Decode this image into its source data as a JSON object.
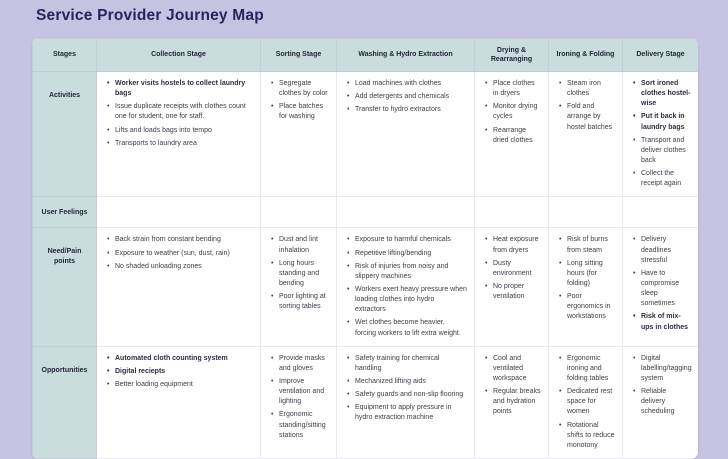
{
  "page": {
    "title": "Service Provider Journey Map"
  },
  "table": {
    "columns": [
      {
        "label": "Stages"
      },
      {
        "label": "Collection Stage"
      },
      {
        "label": "Sorting Stage"
      },
      {
        "label": "Washing & Hydro Extraction"
      },
      {
        "label": "Drying & Rearranging"
      },
      {
        "label": "Ironing & Folding"
      },
      {
        "label": "Delivery Stage"
      }
    ],
    "rows": [
      {
        "label": "Activities",
        "cells": [
          [
            {
              "text": "Worker visits hostels to collect laundry bags",
              "bold": true
            },
            {
              "text": "Issue duplicate receipts with clothes count one for student, one for staff."
            },
            {
              "text": "Lifts and loads bags into tempo"
            },
            {
              "text": "Transports to laundry area"
            }
          ],
          [
            {
              "text": "Segregate clothes by color"
            },
            {
              "text": "Place batches for washing"
            }
          ],
          [
            {
              "text": "Load machines with clothes"
            },
            {
              "text": "Add detergents and chemicals"
            },
            {
              "text": "Transfer to hydro extractors"
            }
          ],
          [
            {
              "text": "Place clothes in dryers"
            },
            {
              "text": "Monitor drying cycles"
            },
            {
              "text": "Rearrange dried clothes"
            }
          ],
          [
            {
              "text": "Steam iron clothes"
            },
            {
              "text": "Fold and arrange by hostel batches"
            }
          ],
          [
            {
              "text": "Sort ironed clothes hostel-wise",
              "bold": true
            },
            {
              "text": "Put it back in laundry bags",
              "bold": true
            },
            {
              "text": "Transport and deliver clothes back"
            },
            {
              "text": "Collect the receipt again"
            }
          ]
        ]
      },
      {
        "label": "User Feelings",
        "cells": [
          [],
          [],
          [],
          [],
          [],
          []
        ]
      },
      {
        "label": "Need/Pain points",
        "cells": [
          [
            {
              "text": "Back strain from constant bending"
            },
            {
              "text": "Exposure to weather (sun, dust, rain)"
            },
            {
              "text": "No shaded unloading zones"
            }
          ],
          [
            {
              "text": "Dust and lint inhalation"
            },
            {
              "text": "Long hours standing and bending"
            },
            {
              "text": "Poor lighting at sorting tables"
            }
          ],
          [
            {
              "text": "Exposure to harmful chemicals"
            },
            {
              "text": "Repetitive lifting/bending"
            },
            {
              "text": "Risk of injuries from noisy and slippery machines"
            },
            {
              "text": "Workers exert heavy pressure when loading clothes into hydro extractors"
            },
            {
              "text": "Wet clothes become heavier, forcing workers to lift extra weight."
            }
          ],
          [
            {
              "text": "Heat exposure from dryers"
            },
            {
              "text": "Dusty environment"
            },
            {
              "text": "No proper ventilation"
            }
          ],
          [
            {
              "text": "Risk of burns from steam"
            },
            {
              "text": "Long sitting hours (for folding)"
            },
            {
              "text": "Poor ergonomics in workstations"
            }
          ],
          [
            {
              "text": "Delivery deadlines stressful"
            },
            {
              "text": "Have to compromise sleep sometimes"
            },
            {
              "text": "Risk of mix-ups in clothes",
              "bold": true
            }
          ]
        ]
      },
      {
        "label": "Opportunities",
        "cells": [
          [
            {
              "text": "Automated cloth counting system",
              "bold": true
            },
            {
              "text": "Digital reciepts",
              "bold": true
            },
            {
              "text": "Better loading equipment"
            }
          ],
          [
            {
              "text": "Provide masks and gloves"
            },
            {
              "text": "Improve ventilation and lighting"
            },
            {
              "text": "Ergonomic standing/sitting stations"
            }
          ],
          [
            {
              "text": "Safety training for chemical handling"
            },
            {
              "text": "Mechanized lifting aids"
            },
            {
              "text": "Safety guards and non-slip flooring"
            },
            {
              "text": "Equipment to apply pressure in hydro extraction machine"
            }
          ],
          [
            {
              "text": "Cool and ventilated workspace"
            },
            {
              "text": "Regular breaks and hydration points"
            }
          ],
          [
            {
              "text": "Ergonomic ironing and folding tables"
            },
            {
              "text": "Dedicated rest space for women"
            },
            {
              "text": "Rotational shifts to reduce monotony"
            }
          ],
          [
            {
              "text": "Digital labelling/tagging system"
            },
            {
              "text": "Reliable delivery scheduling"
            }
          ]
        ]
      }
    ]
  }
}
